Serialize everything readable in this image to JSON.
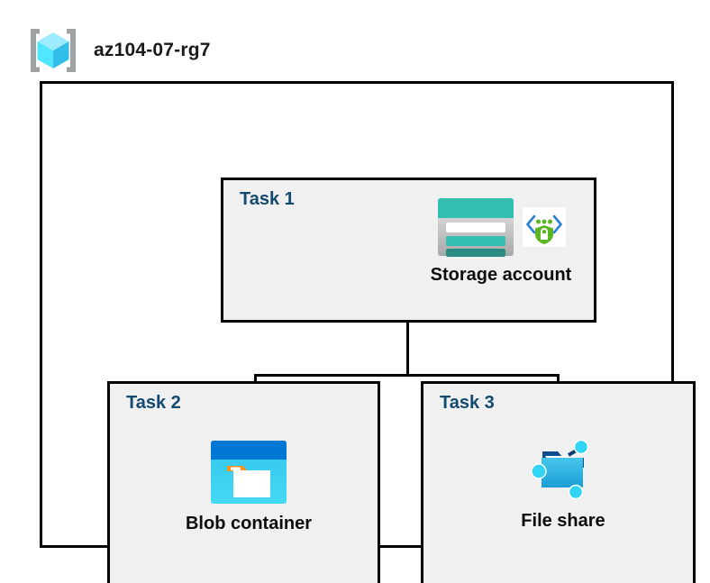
{
  "header": {
    "icon": "resource-group-cube-icon",
    "title": "az104-07-rg7"
  },
  "container": {
    "name": "resource-group-container"
  },
  "tasks": [
    {
      "label": "Task 1",
      "node": {
        "caption": "Storage account",
        "icons": [
          "storage-account-icon",
          "security-shield-badge-icon"
        ],
        "highlighted": false
      }
    },
    {
      "label": "Task 2",
      "node": {
        "caption": "Blob container",
        "icons": [
          "blob-container-icon"
        ],
        "highlighted": false
      }
    },
    {
      "label": "Task 3",
      "node": {
        "caption": "File share",
        "icons": [
          "file-share-icon"
        ],
        "highlighted": true
      }
    }
  ],
  "connectors": [
    {
      "from": "Storage account",
      "to": "Blob container"
    },
    {
      "from": "Storage account",
      "to": "File share"
    }
  ],
  "colors": {
    "task_label": "#12496f",
    "box_fill": "#f0f0f0",
    "box_border": "#000000",
    "canvas": "#ffffff",
    "highlight": "#cccccc",
    "storage_teal": "#34bfb0",
    "storage_teal_dark": "#2b8c83",
    "blob_blue_dark": "#0078d4",
    "blob_cyan": "#32d4f5",
    "blob_orange": "#f7941e",
    "shield_green": "#5cb522",
    "bracket_gray": "#a0a3a6",
    "cube_cyan": "#50e6ff"
  }
}
